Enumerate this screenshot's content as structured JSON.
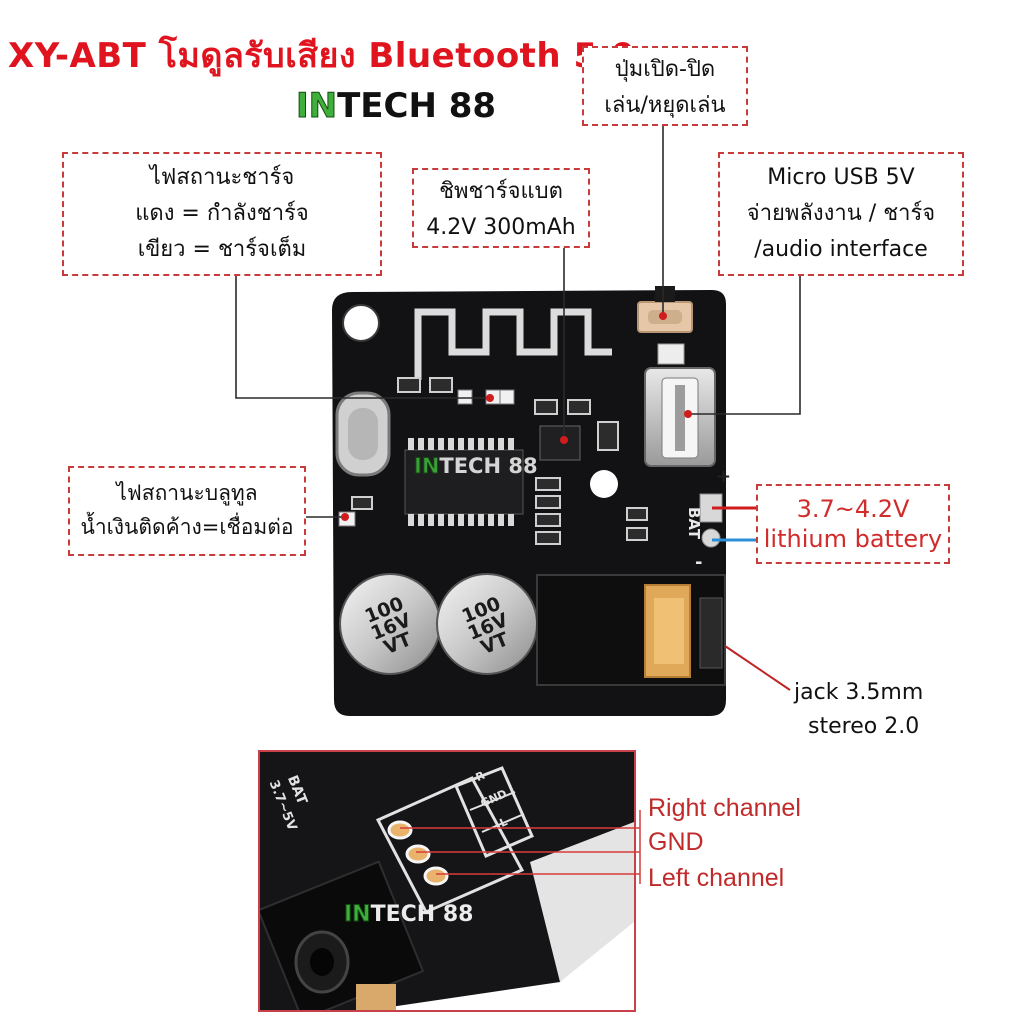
{
  "title": "XY-ABT โมดูลรับเสียง Bluetooth 5.0",
  "brand": {
    "prefix": "IN",
    "suffix": "TECH 88"
  },
  "callouts": {
    "charge_led": [
      "ไฟสถานะชาร์จ",
      "แดง = กำลังชาร์จ",
      "เขียว = ชาร์จเต็ม"
    ],
    "charge_chip": [
      "ชิพชาร์จแบต",
      "4.2V 300mAh"
    ],
    "play_button": [
      "ปุ่มเปิด-ปิด",
      "เล่น/หยุดเล่น"
    ],
    "micro_usb": [
      "Micro USB 5V",
      "จ่ายพลังงาน / ชาร์จ",
      "/audio interface"
    ],
    "bt_led": [
      "ไฟสถานะบลูทูล",
      "น้ำเงินติดค้าง=เชื่อมต่อ"
    ],
    "battery": [
      "3.7~4.2V",
      "lithium battery"
    ],
    "jack": [
      "jack 3.5mm",
      "stereo 2.0"
    ]
  },
  "board": {
    "cap_left": [
      "100",
      "16V",
      "VT"
    ],
    "cap_right": [
      "100",
      "16V",
      "VT"
    ],
    "silk_bat": "BAT",
    "pad_minus": "-",
    "pad_plus": "+"
  },
  "detail": {
    "silk_bat": "BAT",
    "silk_voltage": "3.7~5V",
    "silk_r": "R",
    "silk_gnd": "GND",
    "silk_l": "L",
    "channels": [
      "Right channel",
      "GND",
      "Left channel"
    ]
  },
  "colors": {
    "title": "#e0141e",
    "callout_border": "#c83b3b",
    "lead_red": "#d01c1c",
    "lead_blue": "#2a8fd6"
  }
}
